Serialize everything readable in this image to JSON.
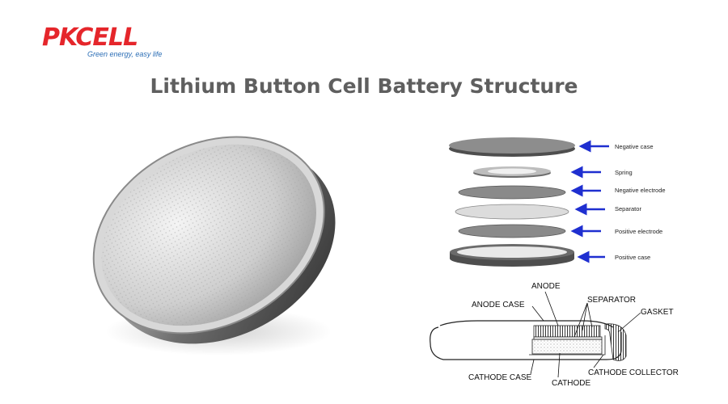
{
  "brand": {
    "name": "PKCELL",
    "tagline": "Green energy, easy life"
  },
  "title": "Lithium Button Cell Battery Structure",
  "exploded_labels": [
    "Negative case",
    "Spring",
    "Negative electrode",
    "Separator",
    "Positive electrode",
    "Positive case"
  ],
  "section_labels": {
    "anode": "ANODE",
    "anode_case": "ANODE CASE",
    "separator": "SEPARATOR",
    "gasket": "GASKET",
    "cathode_case": "CATHODE CASE",
    "cathode": "CATHODE",
    "cathode_collector": "CATHODE COLLECTOR"
  },
  "colors": {
    "brand_red": "#e5262b",
    "brand_blue": "#2a6db5",
    "arrow_blue": "#1f2fd0"
  }
}
